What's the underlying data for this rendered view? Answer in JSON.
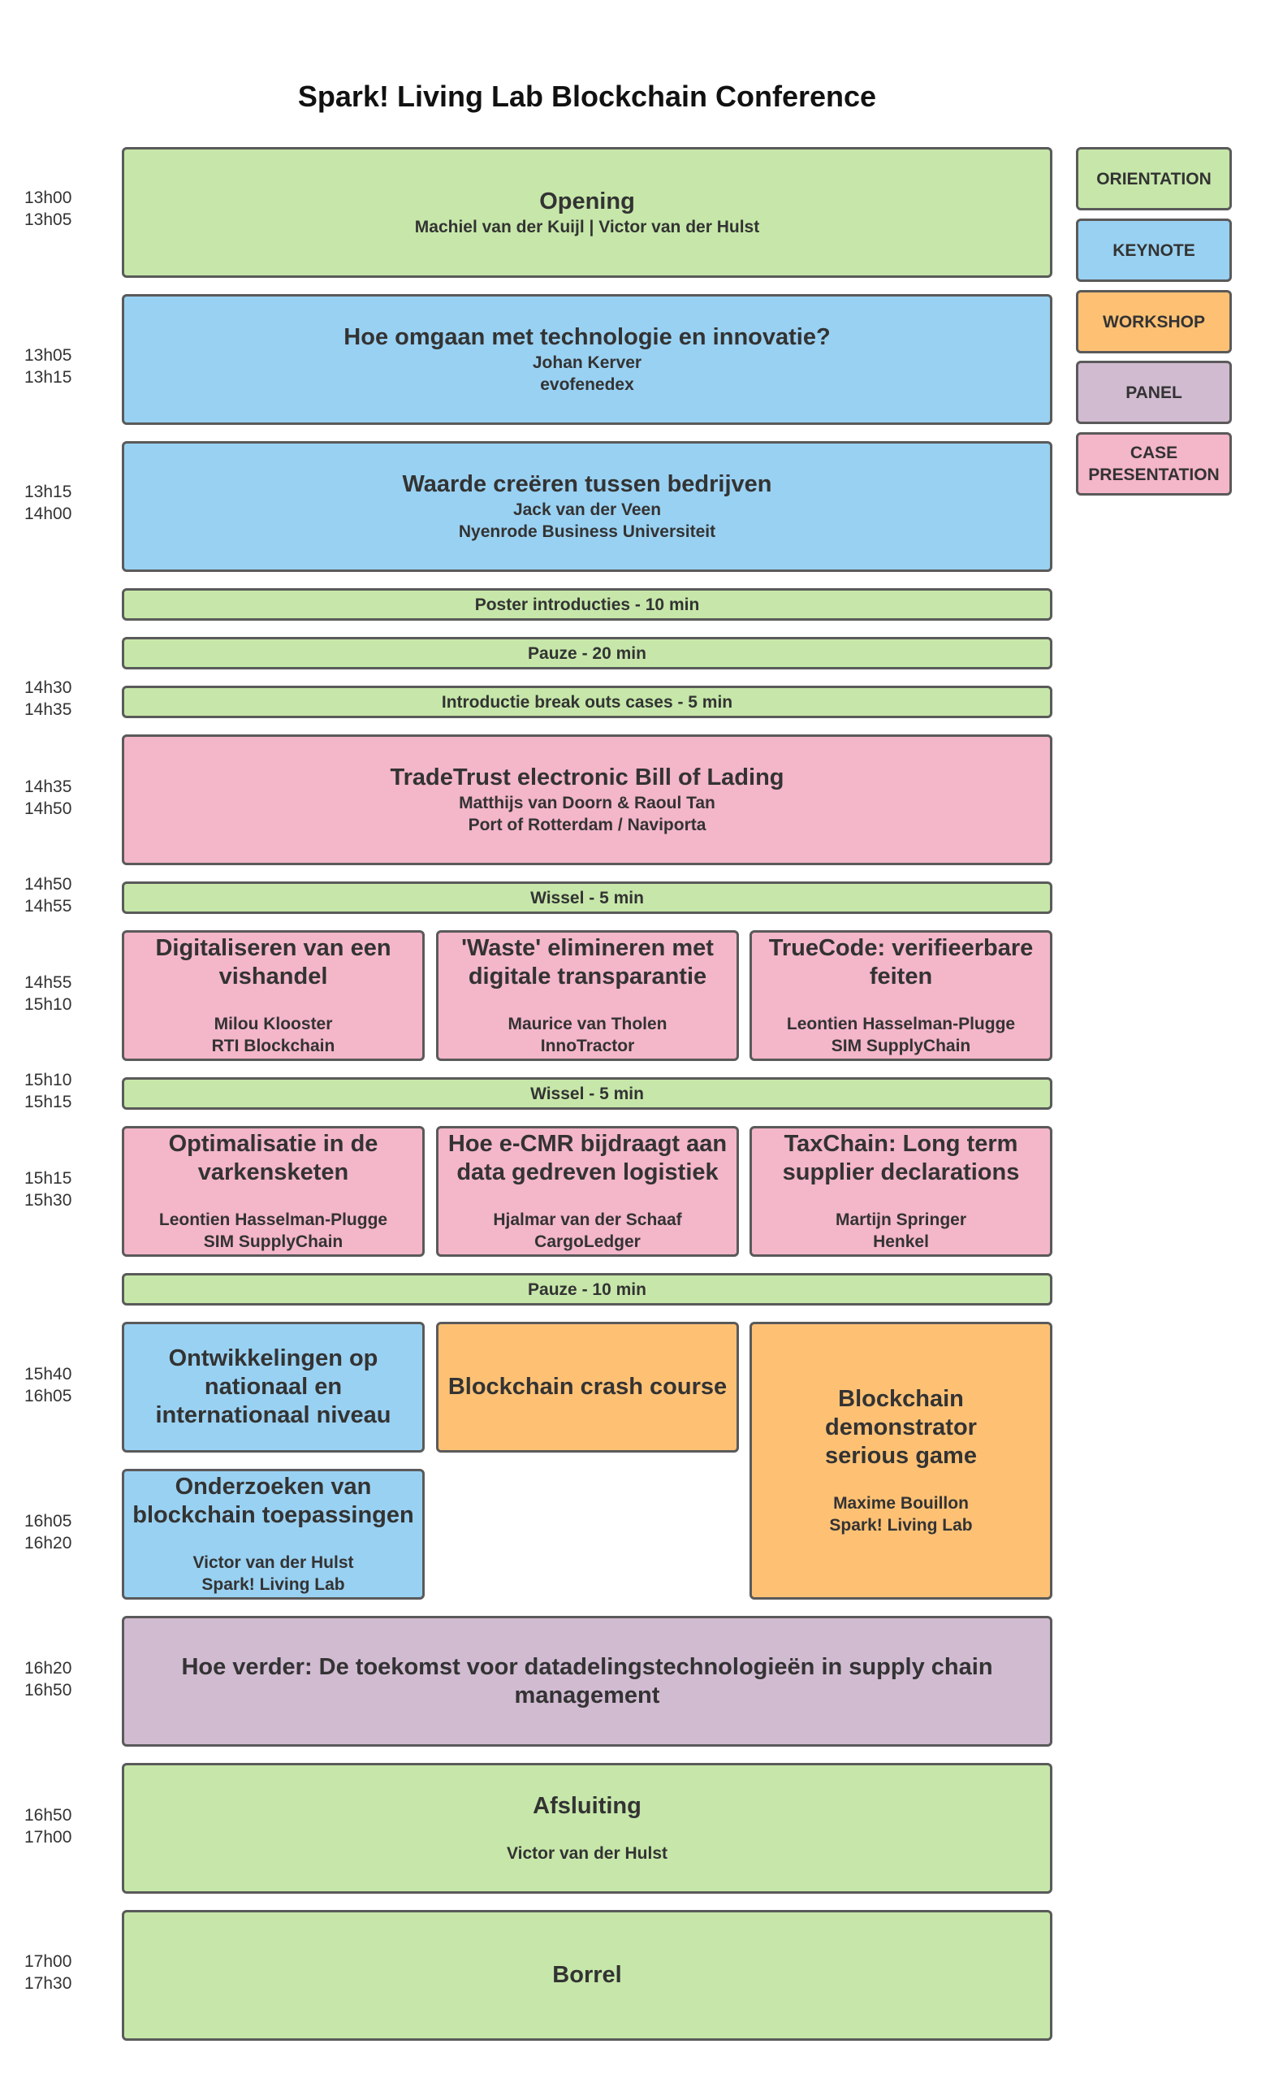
{
  "title": "Spark! Living Lab Blockchain Conference",
  "legend": {
    "orientation": "ORIENTATION",
    "keynote": "KEYNOTE",
    "workshop": "WORKSHOP",
    "panel": "PANEL",
    "case_l1": "CASE",
    "case_l2": "PRESENTATION"
  },
  "colors": {
    "orientation": "#c6e7a9",
    "keynote": "#99d1f2",
    "workshop": "#fec174",
    "panel": "#d1bbd1",
    "case_presentation": "#f4b6c9"
  },
  "times": {
    "t1": [
      "13h00",
      "13h05"
    ],
    "t2": [
      "13h05",
      "13h15"
    ],
    "t3": [
      "13h15",
      "14h00"
    ],
    "t4": [
      "14h30",
      "14h35"
    ],
    "t5": [
      "14h35",
      "14h50"
    ],
    "t6": [
      "14h50",
      "14h55"
    ],
    "t7": [
      "14h55",
      "15h10"
    ],
    "t8": [
      "15h10",
      "15h15"
    ],
    "t9": [
      "15h15",
      "15h30"
    ],
    "t10": [
      "15h40",
      "16h05"
    ],
    "t11": [
      "16h05",
      "16h20"
    ],
    "t12": [
      "16h20",
      "16h50"
    ],
    "t13": [
      "16h50",
      "17h00"
    ],
    "t14": [
      "17h00",
      "17h30"
    ]
  },
  "sessions": {
    "opening": {
      "title": "Opening",
      "speaker": "Machiel van der Kuijl | Victor van der Hulst"
    },
    "technologie": {
      "title": "Hoe omgaan met technologie en innovatie?",
      "speaker": "Johan Kerver",
      "org": "evofenedex"
    },
    "waarde": {
      "title": "Waarde creëren tussen bedrijven",
      "speaker": "Jack van der Veen",
      "org": "Nyenrode Business Universiteit"
    },
    "poster": "Poster introducties - 10 min",
    "pauze20": "Pauze - 20 min",
    "introductie": "Introductie break outs cases - 5 min",
    "tradetrust": {
      "title": "TradeTrust electronic Bill of Lading",
      "speaker": "Matthijs van Doorn & Raoul Tan",
      "org": "Port of Rotterdam / Naviporta"
    },
    "wissel1": "Wissel - 5 min",
    "vishandel": {
      "title_l1": "Digitaliseren van een",
      "title_l2": "vishandel",
      "speaker": "Milou Klooster",
      "org": "RTI Blockchain"
    },
    "waste": {
      "title_l1": "'Waste' elimineren met",
      "title_l2": "digitale transparantie",
      "speaker": "Maurice van Tholen",
      "org": "InnoTractor"
    },
    "truecode": {
      "title_l1": "TrueCode: verifieerbare",
      "title_l2": "feiten",
      "speaker": "Leontien Hasselman-Plugge",
      "org": "SIM SupplyChain"
    },
    "wissel2": "Wissel - 5 min",
    "varkensketen": {
      "title_l1": "Optimalisatie in de",
      "title_l2": "varkensketen",
      "speaker": "Leontien Hasselman-Plugge",
      "org": "SIM SupplyChain"
    },
    "ecmr": {
      "title_l1": "Hoe e-CMR bijdraagt aan",
      "title_l2": "data gedreven logistiek",
      "speaker": "Hjalmar van der Schaaf",
      "org": "CargoLedger"
    },
    "taxchain": {
      "title_l1": "TaxChain: Long term",
      "title_l2": "supplier declarations",
      "speaker": "Martijn Springer",
      "org": "Henkel"
    },
    "pauze10": "Pauze - 10 min",
    "ontwikkelingen": {
      "title_l1": "Ontwikkelingen op",
      "title_l2": "nationaal en",
      "title_l3": "internationaal niveau"
    },
    "crashcourse": {
      "title": "Blockchain crash course"
    },
    "seriousgame": {
      "title_l1": "Blockchain demonstrator",
      "title_l2": "serious game",
      "speaker": "Maxime Bouillon",
      "org": "Spark! Living Lab"
    },
    "onderzoeken": {
      "title_l1": "Onderzoeken van",
      "title_l2": "blockchain toepassingen",
      "speaker": "Victor van der Hulst",
      "org": "Spark! Living Lab"
    },
    "hoeverder": {
      "title_l1": "Hoe verder: De toekomst voor datadelingstechnologieën in supply chain",
      "title_l2": "management"
    },
    "afsluiting": {
      "title": "Afsluiting",
      "speaker": "Victor van der Hulst"
    },
    "borrel": {
      "title": "Borrel"
    }
  }
}
